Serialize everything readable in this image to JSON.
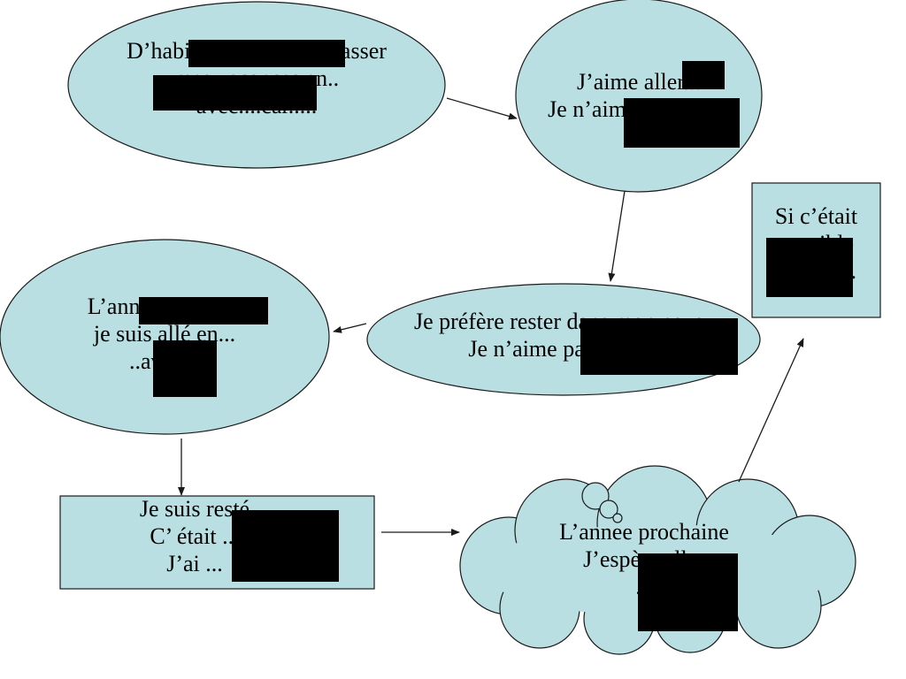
{
  "colors": {
    "shape_fill": "#b9dfe2",
    "outline": "#1a1a1a",
    "redaction": "#000000",
    "background": "#ffffff"
  },
  "nodes": {
    "habitude": {
      "lines": [
        "D’habitude je préfère passer",
        "mes vacances en..",
        "avec....car....."
      ]
    },
    "aime": {
      "lines": [
        "J’aime aller...",
        "Je n’aime pas aller.."
      ]
    },
    "si": {
      "lines": [
        "Si c’était",
        "possible",
        "je serais."
      ]
    },
    "annee_derniere": {
      "lines": [
        "L’année dernière",
        "je suis allé en...",
        "..avec..."
      ]
    },
    "prefere": {
      "lines": [
        "Je préfère rester dans mon pays..",
        "Je n’aime pas rester.."
      ]
    },
    "reste": {
      "lines": [
        "Je suis resté",
        "C’ était ...",
        "J’ai ..."
      ]
    },
    "prochaine": {
      "lines": [
        "L’annee prochaine",
        "J’espère aller",
        "..."
      ]
    }
  }
}
